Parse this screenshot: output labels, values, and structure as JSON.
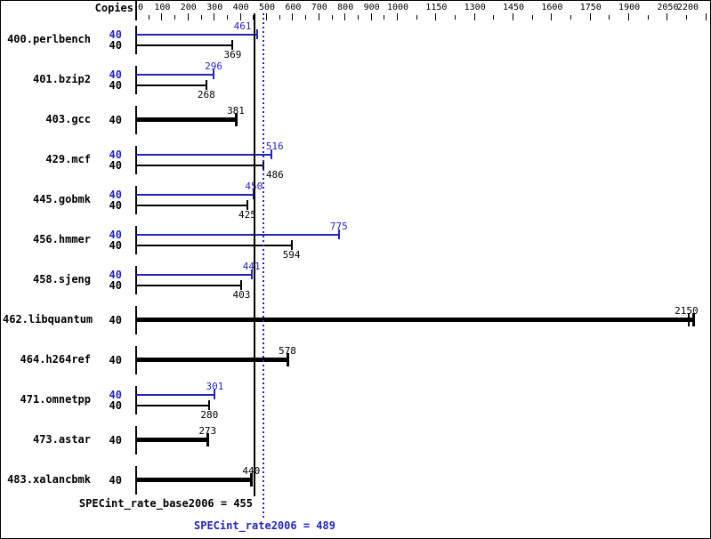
{
  "chart": {
    "copies_header": "Copies",
    "summary_base_text": "SPECint_rate_base2006 = 455",
    "summary_peak_text": "SPECint_rate2006 = 489"
  },
  "chart_data": {
    "type": "bar",
    "orientation": "horizontal",
    "title": "",
    "axis": {
      "position": "top",
      "range": [
        0,
        2200
      ],
      "tick_labels": [
        "0",
        "100",
        "200",
        "300",
        "400",
        "500",
        "600",
        "700",
        "800",
        "900",
        "1000",
        "1150",
        "1300",
        "1450",
        "1600",
        "1750",
        "1900",
        "2050",
        "2200"
      ],
      "tick_values": [
        0,
        100,
        200,
        300,
        400,
        500,
        600,
        700,
        800,
        900,
        1000,
        1150,
        1300,
        1450,
        1600,
        1750,
        1900,
        2050,
        2200
      ],
      "minor_tick_values": [
        50,
        150,
        250,
        350,
        450,
        550,
        650,
        750,
        850,
        950,
        1075,
        1225,
        1375,
        1525,
        1675,
        1825,
        1975,
        2125
      ]
    },
    "legend": {
      "peak_series": "SPECint_rate2006 (peak, blue)",
      "base_series": "SPECint_rate_base2006 (base, black)"
    },
    "colors": {
      "peak_blue": "#2525b2",
      "base_black": "#000000"
    },
    "benchmarks": [
      {
        "name": "400.perlbench",
        "peak_copies": "40",
        "base_copies": "40",
        "peak": 461,
        "base": 369,
        "peak_label_dx": -16
      },
      {
        "name": "401.bzip2",
        "peak_copies": "40",
        "base_copies": "40",
        "peak": 296,
        "base": 268
      },
      {
        "name": "403.gcc",
        "copies": "40",
        "base": 381,
        "basepeak": true
      },
      {
        "name": "429.mcf",
        "peak_copies": "40",
        "base_copies": "40",
        "peak": 516,
        "base": 486,
        "peak_label_dx": 4,
        "base_label_dx": 13
      },
      {
        "name": "445.gobmk",
        "peak_copies": "40",
        "base_copies": "40",
        "peak": 450,
        "base": 425
      },
      {
        "name": "456.hmmer",
        "peak_copies": "40",
        "base_copies": "40",
        "peak": 775,
        "base": 594
      },
      {
        "name": "458.sjeng",
        "peak_copies": "40",
        "base_copies": "40",
        "peak": 441,
        "base": 403
      },
      {
        "name": "462.libquantum",
        "copies": "40",
        "base": 2150,
        "basepeak": true,
        "label_dx": -8,
        "double_end_cap": true
      },
      {
        "name": "464.h264ref",
        "copies": "40",
        "base": 578,
        "basepeak": true
      },
      {
        "name": "471.omnetpp",
        "peak_copies": "40",
        "base_copies": "40",
        "peak": 301,
        "base": 280
      },
      {
        "name": "473.astar",
        "copies": "40",
        "base": 273,
        "basepeak": true
      },
      {
        "name": "483.xalancbmk",
        "copies": "40",
        "base": 440,
        "basepeak": true
      }
    ],
    "reference_lines": [
      {
        "metric": "SPECint_rate_base2006",
        "value": 455,
        "style": "solid",
        "color": "#000000"
      },
      {
        "metric": "SPECint_rate2006",
        "value": 489,
        "style": "dotted",
        "color": "#2525b2"
      }
    ],
    "summary": {
      "base_metric": "SPECint_rate_base2006",
      "base_value": 455,
      "peak_metric": "SPECint_rate2006",
      "peak_value": 489
    }
  }
}
